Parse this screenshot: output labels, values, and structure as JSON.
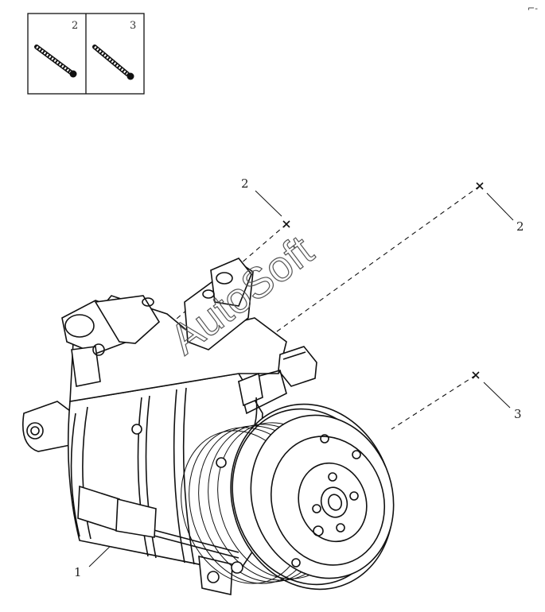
{
  "key_box": {
    "items": [
      {
        "number": "2"
      },
      {
        "number": "3"
      }
    ]
  },
  "callouts": {
    "c1": "1",
    "c2a": "2",
    "c2b": "2",
    "c3": "3"
  },
  "watermark": "AutoSoft",
  "corner_mark": "⌐-"
}
